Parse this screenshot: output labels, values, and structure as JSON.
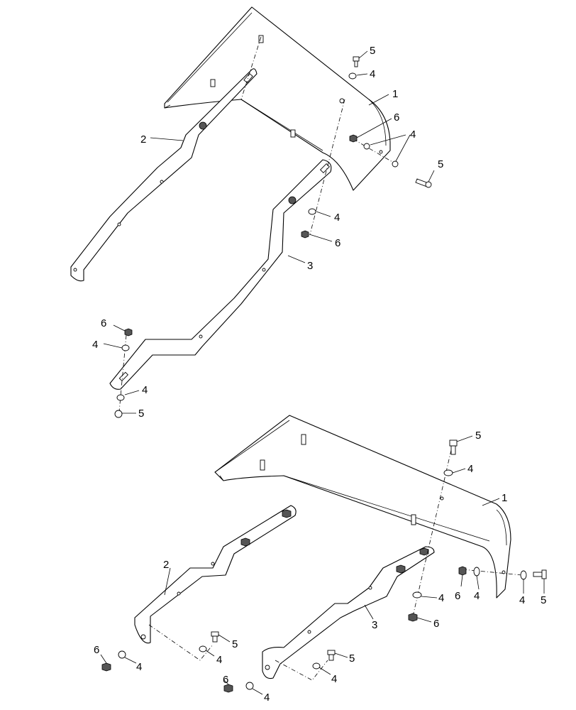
{
  "callouts": {
    "top": {
      "fender": "1",
      "bracket_left": "2",
      "bracket_right": "3",
      "bolt_upper": "5",
      "washer_upper": "4",
      "nut_side": "6",
      "washer_side": "4",
      "bolt_side": "5",
      "washer_mid": "4",
      "nut_mid": "6",
      "nut_lower": "6",
      "washer_lower_a": "4",
      "washer_lower_b": "4",
      "bolt_lower": "5"
    },
    "bottom": {
      "fender": "1",
      "bracket_left": "2",
      "bracket_right": "3",
      "bolt_upper": "5",
      "washer_upper": "4",
      "washer_mid": "4",
      "nut_mid": "6",
      "nut_side": "6",
      "washer_side_a": "4",
      "washer_side_b": "4",
      "bolt_side": "5",
      "nut_left": "6",
      "washer_left": "4",
      "bolt_left": "5",
      "washer_left_b": "4",
      "bolt_right": "5",
      "washer_right": "4",
      "nut_right": "6",
      "washer_right_b": "4"
    }
  }
}
